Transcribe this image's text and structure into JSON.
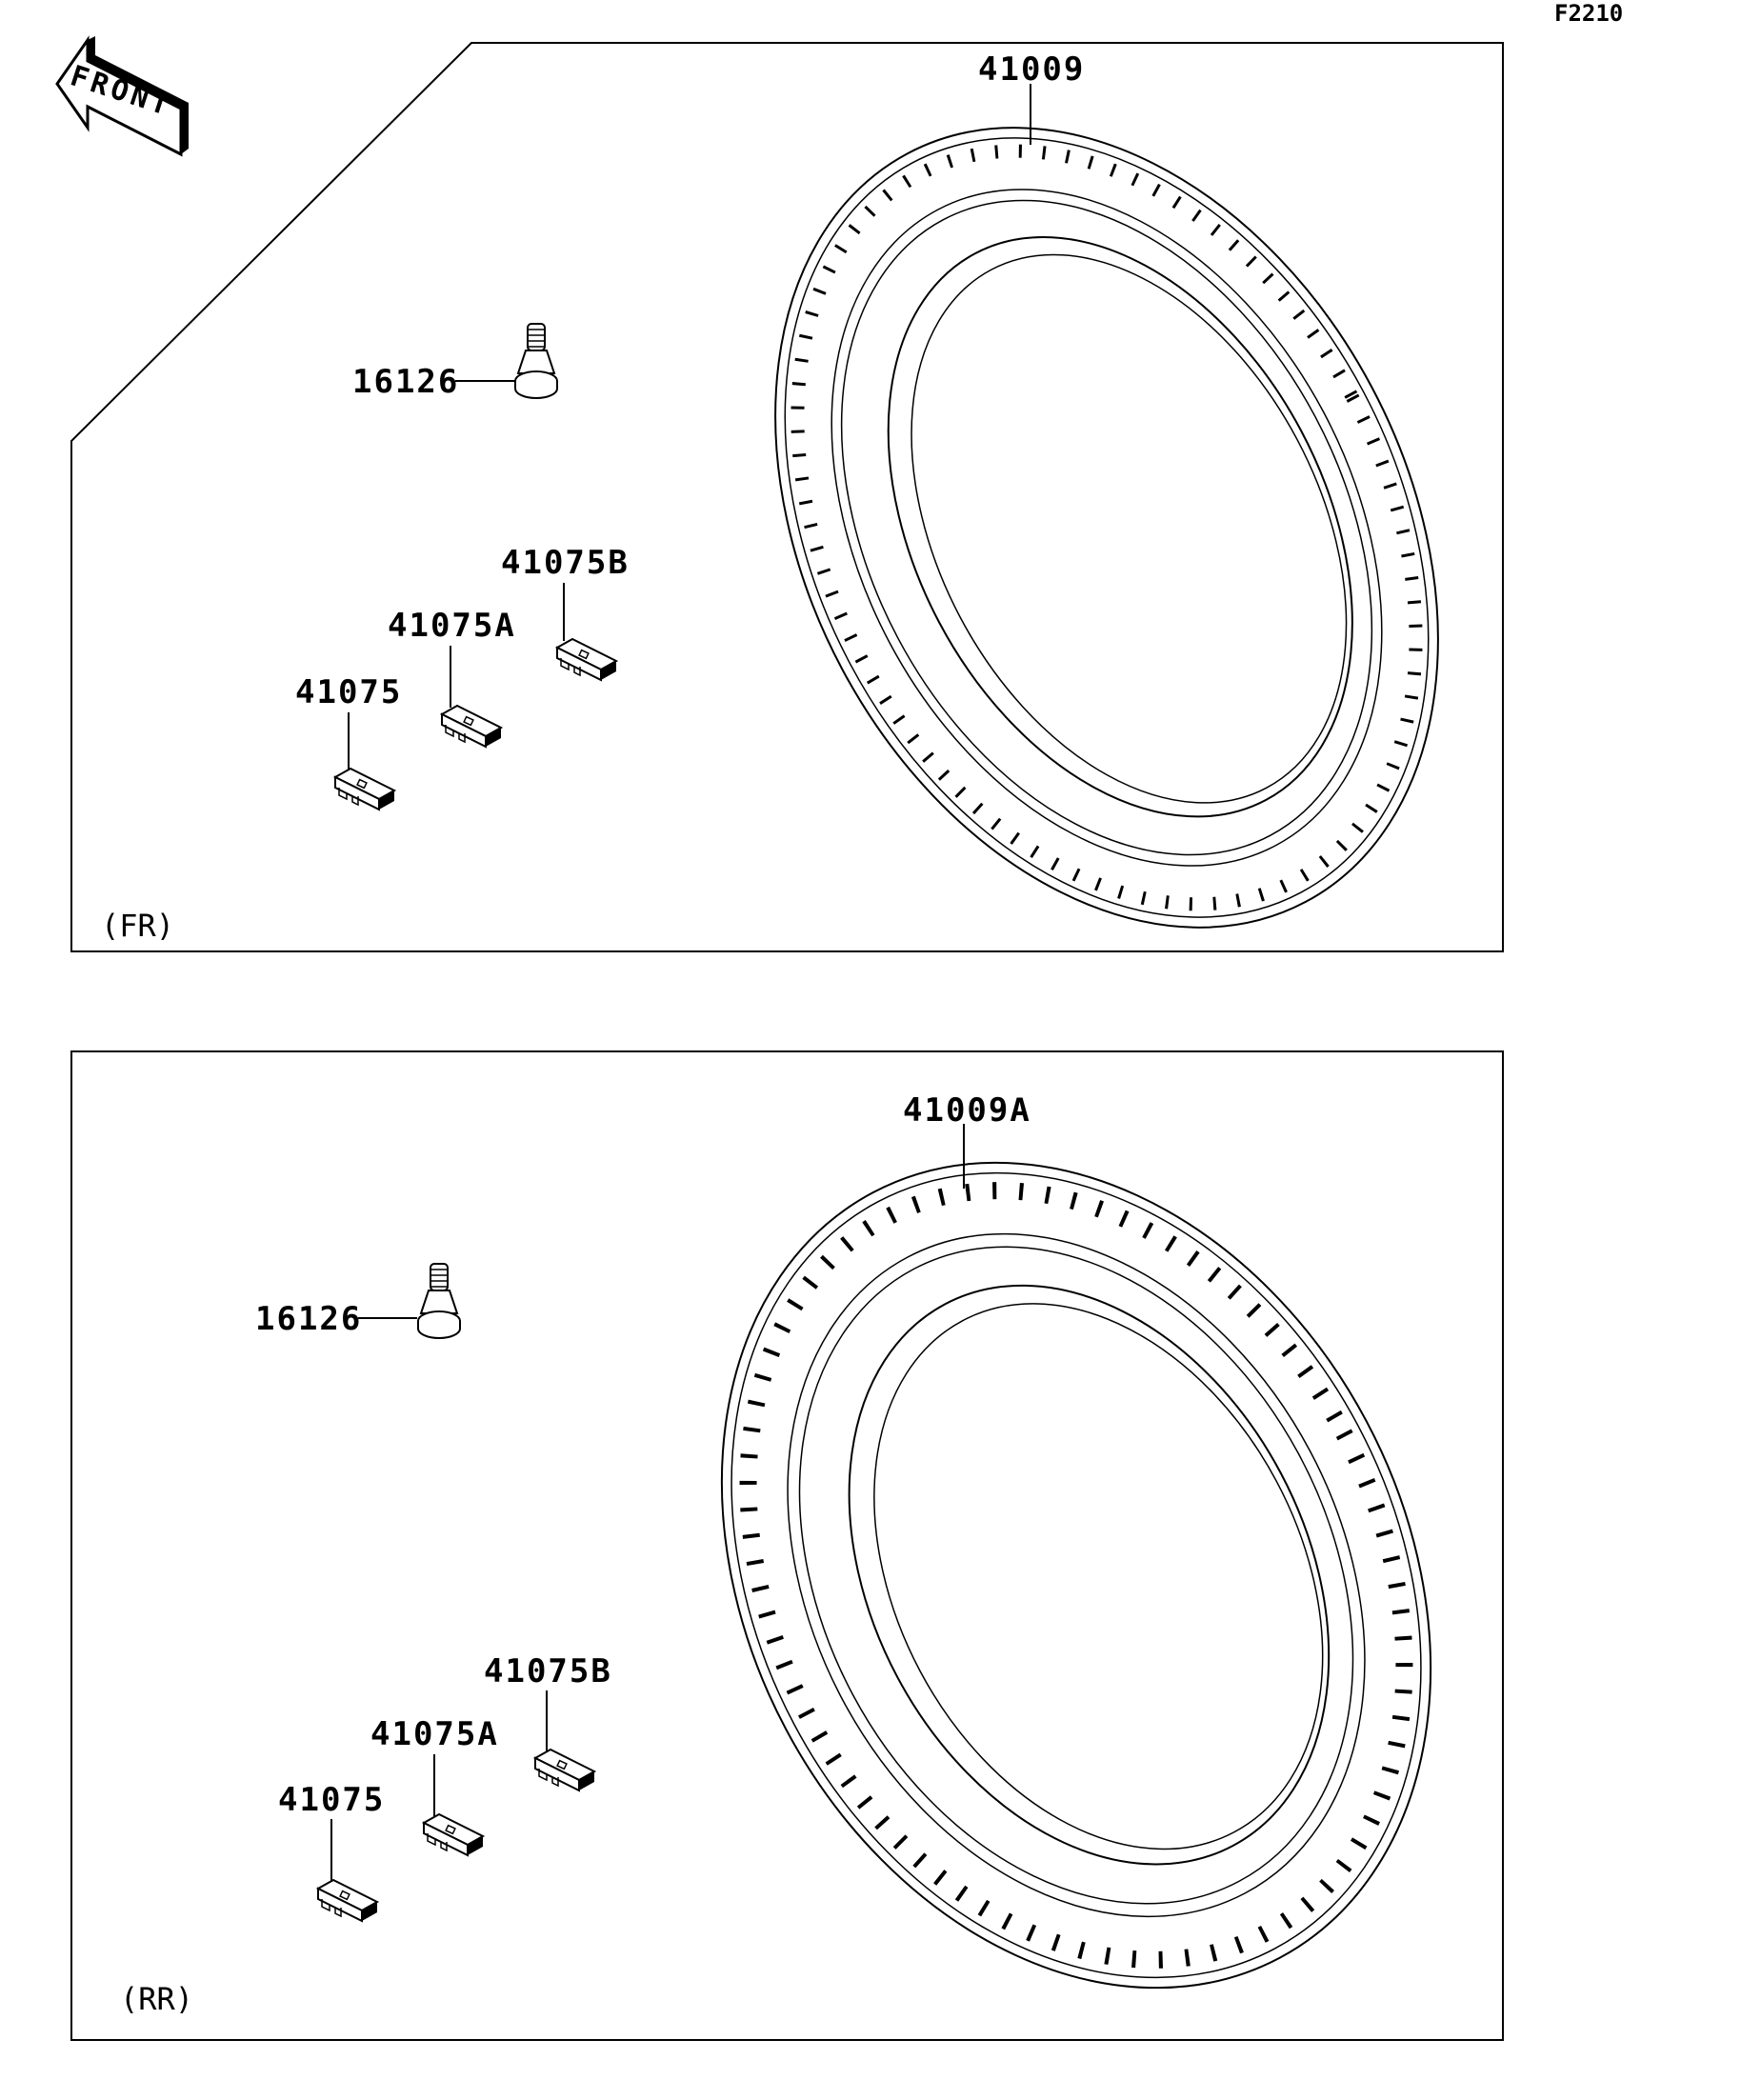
{
  "diagram_code": "F2210",
  "front_arrow_text": "FRONT",
  "front_section": {
    "section_label": "(FR)",
    "tire_label": "41009",
    "valve_label": "16126",
    "weight_b_label": "41075B",
    "weight_a_label": "41075A",
    "weight_label": "41075"
  },
  "rear_section": {
    "section_label": "(RR)",
    "tire_label": "41009A",
    "valve_label": "16126",
    "weight_b_label": "41075B",
    "weight_a_label": "41075A",
    "weight_label": "41075"
  }
}
